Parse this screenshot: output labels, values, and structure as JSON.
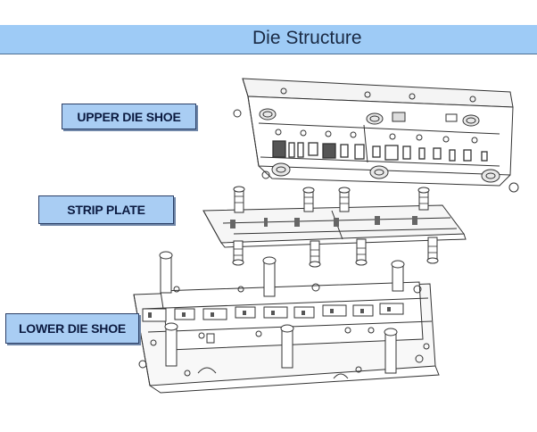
{
  "header": {
    "title": "Die Structure"
  },
  "labels": {
    "upper": "UPPER DIE SHOE",
    "strip": "STRIP PLATE",
    "lower": "LOWER DIE SHOE"
  },
  "colors": {
    "header_bg": "#9ecbf6",
    "label_bg": "#a9cdf3",
    "line": "#333333"
  }
}
